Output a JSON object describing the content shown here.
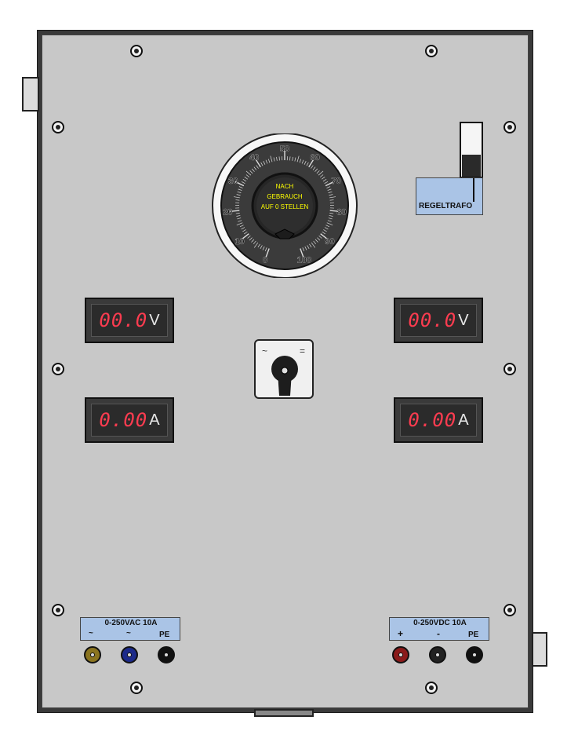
{
  "dial": {
    "center_text": [
      "NACH",
      "GEBRAUCH",
      "AUF 0 STELLEN"
    ],
    "scale_labels": [
      "0",
      "10",
      "20",
      "30",
      "40",
      "50",
      "60",
      "70",
      "80",
      "90",
      "100"
    ]
  },
  "breaker": {
    "label": "REGELTRAFO"
  },
  "meters": {
    "left_voltage": {
      "value": "00.0",
      "unit": "V"
    },
    "left_current": {
      "value": "0.00",
      "unit": "A"
    },
    "right_voltage": {
      "value": "00.0",
      "unit": "V"
    },
    "right_current": {
      "value": "0.00",
      "unit": "A"
    }
  },
  "selector": {
    "ac_symbol": "~",
    "dc_symbol": "="
  },
  "ac_output": {
    "label": "0-250VAC 10A",
    "terminals": [
      "~",
      "~",
      "PE"
    ],
    "jack_colors": [
      "#8a7420",
      "#1c2a8a",
      "#111111"
    ]
  },
  "dc_output": {
    "label": "0-250VDC 10A",
    "terminals": [
      "+",
      "-",
      "PE"
    ],
    "jack_colors": [
      "#8a1a1a",
      "#222222",
      "#111111"
    ]
  },
  "colors": {
    "panel": "#c8c8c8",
    "dial_face": "#3a3a3a",
    "dial_text": "#ffff00",
    "meter_digits": "#ff3c50",
    "socket_label": "#aac4e6"
  }
}
